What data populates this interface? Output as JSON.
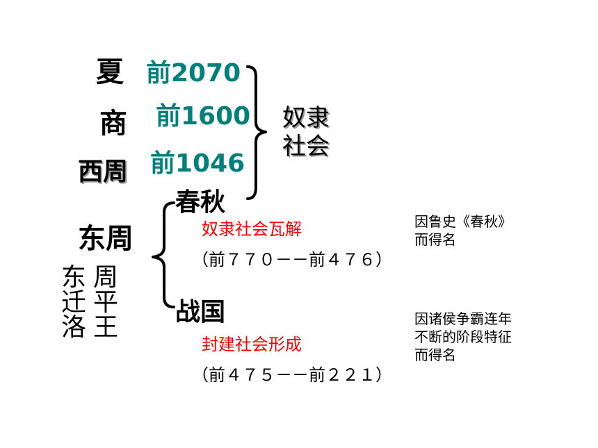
{
  "dynasties": {
    "xia": "夏",
    "shang": "商",
    "xizhou": "西周",
    "dongzhou": "东周"
  },
  "years": {
    "xia": "前2070",
    "shang": "前1600",
    "xizhou": "前1046"
  },
  "society": {
    "line1": "奴隶",
    "line2": "社会"
  },
  "chunqiu": {
    "label": "春秋",
    "event": "奴隶社会瓦解",
    "range": "（前７７０－－前４７６）",
    "note_line1": "因鲁史《春秋》",
    "note_line2": "而得名"
  },
  "zhanguo": {
    "label": "战国",
    "event": "封建社会形成",
    "range": "（前４７５－－前２２１）",
    "note_line1": "因诸侯争霸连年",
    "note_line2": "不断的阶段特征",
    "note_line3": "而得名"
  },
  "capital_move": {
    "col1_line1": "东",
    "col1_line2": "迁",
    "col1_line3": "洛",
    "col2_line1": "周",
    "col2_line2": "平",
    "col2_line3": "王"
  },
  "colors": {
    "year": "#00807b",
    "event": "#ff0000",
    "text": "#000000"
  }
}
